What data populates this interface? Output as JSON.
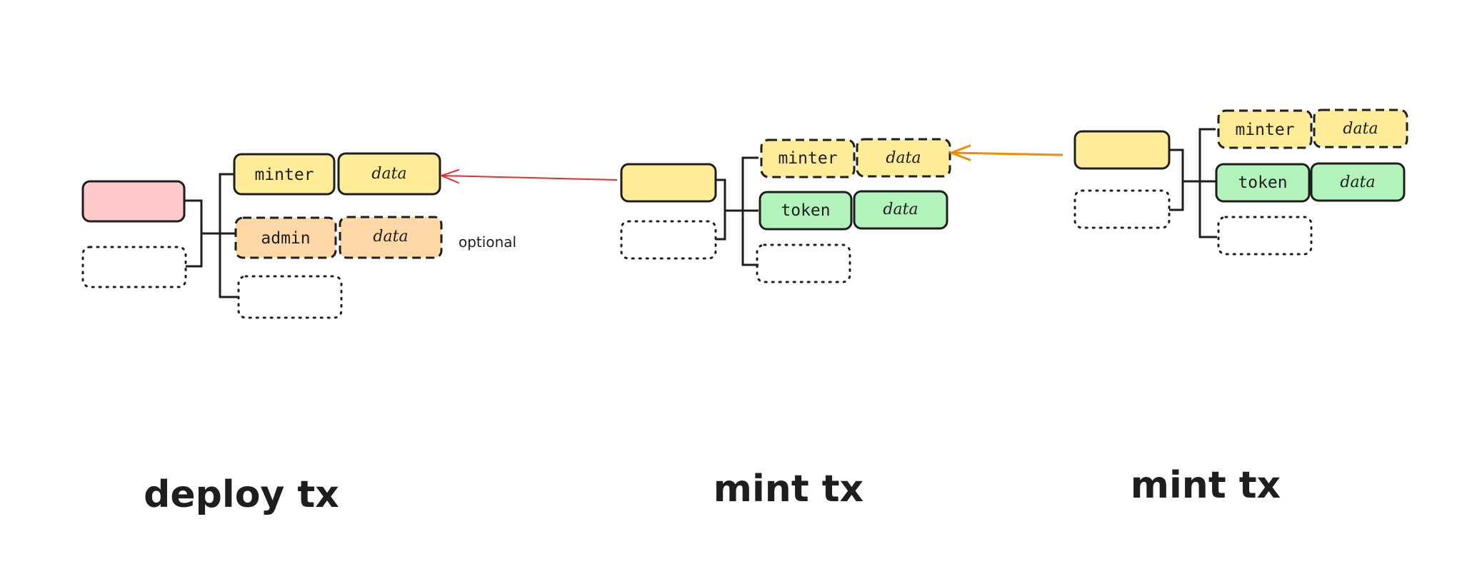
{
  "colors": {
    "pink": "#ffc9c9",
    "yellow": "#ffec99",
    "orange": "#ffd8a8",
    "green": "#b2f2bb",
    "stroke": "#1e1e1e",
    "arrow_red": "#e03131",
    "arrow_orange": "#f08c00"
  },
  "groups": [
    {
      "title": "deploy tx",
      "rows": [
        {
          "label": "minter",
          "data": "data",
          "style": "solid",
          "fill": "yellow"
        },
        {
          "label": "admin",
          "data": "data",
          "style": "dashed",
          "fill": "orange",
          "note": "optional"
        },
        {
          "label": "",
          "style": "dotted"
        }
      ]
    },
    {
      "title": "mint tx",
      "rows": [
        {
          "label": "minter",
          "data": "data",
          "style": "dashed",
          "fill": "yellow"
        },
        {
          "label": "token",
          "data": "data",
          "style": "solid",
          "fill": "green"
        },
        {
          "label": "",
          "style": "dotted"
        }
      ]
    },
    {
      "title": "mint tx",
      "rows": [
        {
          "label": "minter",
          "data": "data",
          "style": "dashed",
          "fill": "yellow"
        },
        {
          "label": "token",
          "data": "data",
          "style": "solid",
          "fill": "green"
        },
        {
          "label": "",
          "style": "dotted"
        }
      ]
    }
  ],
  "arrows": [
    {
      "from": "mint tx input",
      "to": "deploy tx minter output",
      "color": "red"
    },
    {
      "from": "mint tx (2) input",
      "to": "mint tx minter output",
      "color": "orange"
    }
  ]
}
